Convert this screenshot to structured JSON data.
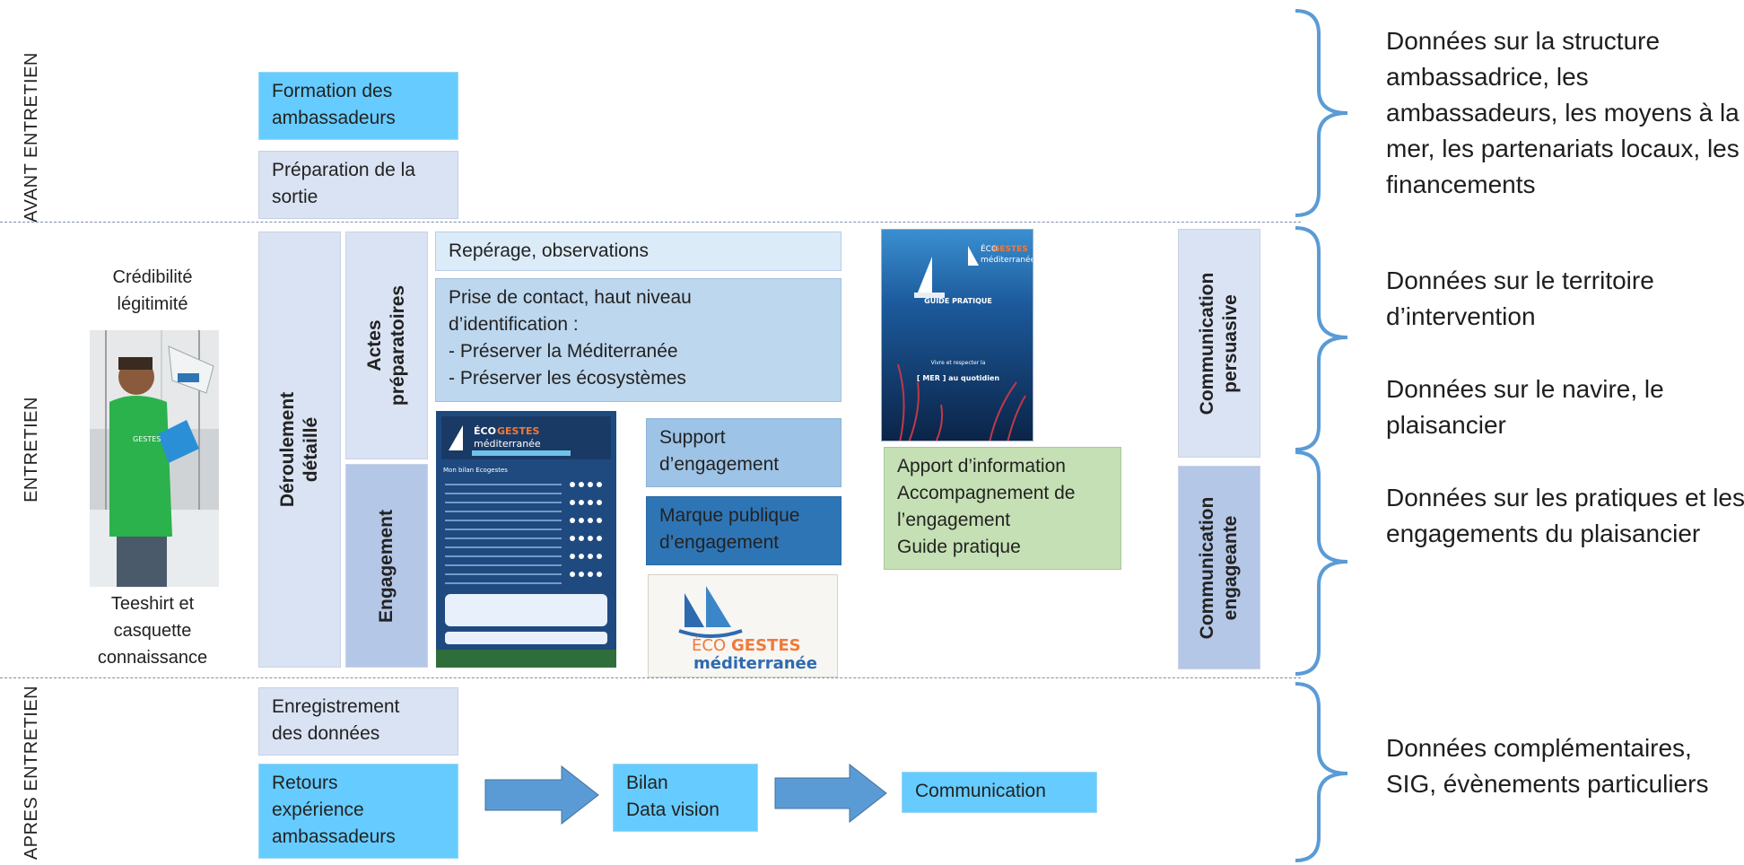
{
  "phases": {
    "avant": "AVANT\nENTRETIEN",
    "entretien": "ENTRETIEN",
    "apres": "APRES\nENTRETIEN"
  },
  "avant": {
    "formation": "Formation des\nambassadeurs",
    "preparation": "Préparation de la\nsortie"
  },
  "entretien": {
    "credibilite": "Crédibilité\nlégitimité",
    "teeshirt": "Teeshirt et\ncasquette\nconnaissance",
    "deroulement": "Déroulement détaillé",
    "actes": "Actes préparatoires",
    "engagement": "Engagement",
    "reperage": "Repérage, observations",
    "prise_contact": "Prise de contact, haut niveau\nd’identification :\n-    Préserver la Méditerranée\n-    Préserver les écosystèmes",
    "support": "Support\nd’engagement",
    "marque": "Marque publique\nd’engagement",
    "apport": "Apport d’information\nAccompagnement de\nl’engagement\nGuide pratique",
    "comm_persuasive": "Communication\npersuasive",
    "comm_engageante": "Communication\nengageante"
  },
  "apres": {
    "enregistrement": "Enregistrement\ndes données",
    "retours": "Retours\nexpérience\nambassadeurs",
    "bilan": "Bilan\nData vision",
    "communication": "Communication"
  },
  "logo": {
    "eco": "ÉCO",
    "gestes": "GESTES",
    "med": "méditerranée"
  },
  "guide": {
    "title": "GUIDE PRATIQUE",
    "sub": "Vivre et respecter la",
    "mer": "[ MER ] au quotidien"
  },
  "card": {
    "title": "Mon bilan Ecogestes"
  },
  "side_notes": {
    "n1": "Données sur la structure ambassadrice, les ambassadeurs, les moyens à la mer, les partenariats locaux, les financements",
    "n2": "Données sur le territoire d’intervention",
    "n3": "Données sur le navire, le plaisancier",
    "n4": "Données sur les pratiques et les engagements du plaisancier",
    "n5": "Données complémentaires, SIG, évènements particuliers"
  },
  "colors": {
    "cyan": "#66ccff",
    "lavender": "#dae3f3",
    "darkblue": "#2e75b6",
    "green": "#c5e0b4",
    "brace": "#5b9bd5",
    "arrow": "#5b9bd5"
  }
}
